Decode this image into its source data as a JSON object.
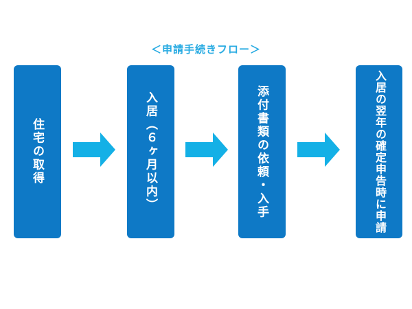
{
  "title": "＜申請手続きフロー＞",
  "colors": {
    "box_fill": "#0e79c6",
    "box_text": "#ffffff",
    "arrow_fill": "#14b0e6",
    "title_text": "#29abe2",
    "background": "#ffffff"
  },
  "steps": [
    {
      "label": "住宅の取得"
    },
    {
      "label": "入居（６ヶ月以内）"
    },
    {
      "label": "添付書類の依頼・入手"
    },
    {
      "label": "入居の翌年の確定申告時に申請"
    }
  ],
  "arrow_icon": "right-arrow"
}
